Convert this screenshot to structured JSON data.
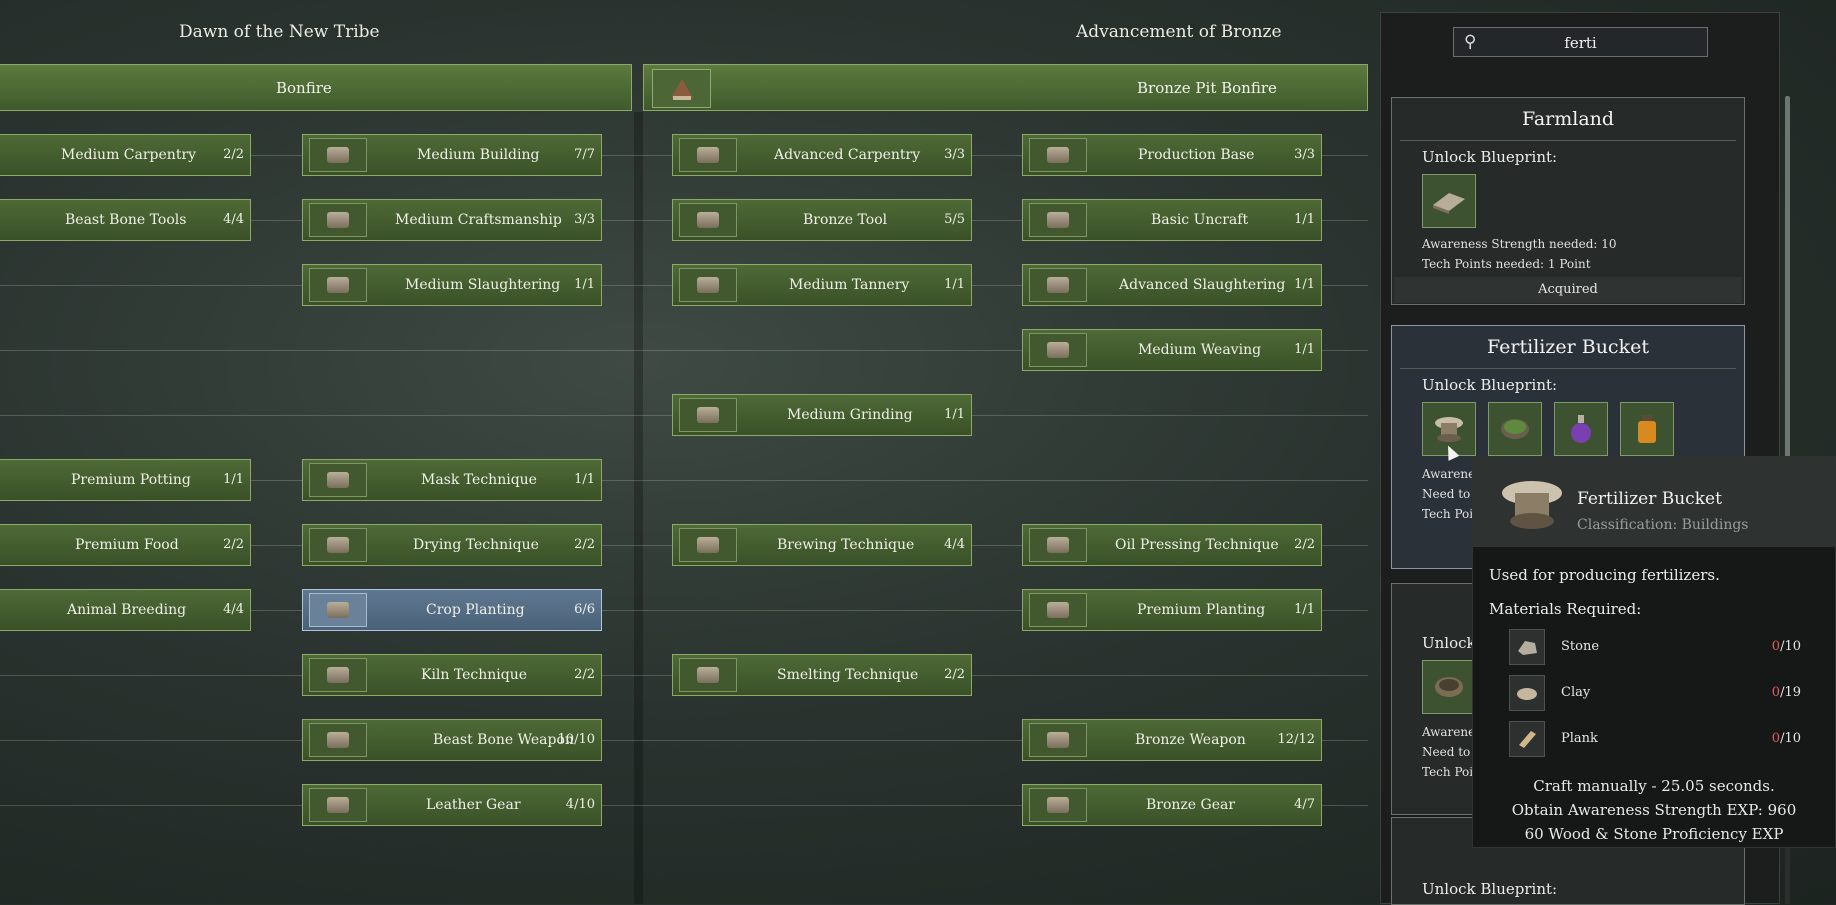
{
  "eras": [
    {
      "title": "Dawn of the New Tribe",
      "bar_label": "Bonfire"
    },
    {
      "title": "Advancement of Bronze",
      "bar_label": "Bronze Pit Bonfire"
    }
  ],
  "tree": {
    "col0": [
      {
        "name": "Medium Carpentry",
        "count": "2/2"
      },
      {
        "name": "Beast Bone Tools",
        "count": "4/4"
      },
      {
        "name": "Premium Potting",
        "count": "1/1"
      },
      {
        "name": "Premium Food",
        "count": "2/2"
      },
      {
        "name": "Animal Breeding",
        "count": "4/4"
      }
    ],
    "col1": [
      {
        "name": "Medium Building",
        "count": "7/7"
      },
      {
        "name": "Medium Craftsmanship",
        "count": "3/3"
      },
      {
        "name": "Medium Slaughtering",
        "count": "1/1"
      },
      {
        "name": "Mask Technique",
        "count": "1/1"
      },
      {
        "name": "Drying Technique",
        "count": "2/2"
      },
      {
        "name": "Crop Planting",
        "count": "6/6"
      },
      {
        "name": "Kiln Technique",
        "count": "2/2"
      },
      {
        "name": "Beast Bone Weapon",
        "count": "10/10"
      },
      {
        "name": "Leather Gear",
        "count": "4/10"
      }
    ],
    "col2": [
      {
        "name": "Advanced Carpentry",
        "count": "3/3"
      },
      {
        "name": "Bronze Tool",
        "count": "5/5"
      },
      {
        "name": "Medium Tannery",
        "count": "1/1"
      },
      {
        "name": "Medium Grinding",
        "count": "1/1"
      },
      {
        "name": "Brewing Technique",
        "count": "4/4"
      },
      {
        "name": "Smelting Technique",
        "count": "2/2"
      }
    ],
    "col3": [
      {
        "name": "Production Base",
        "count": "3/3"
      },
      {
        "name": "Basic Uncraft",
        "count": "1/1"
      },
      {
        "name": "Advanced Slaughtering",
        "count": "1/1"
      },
      {
        "name": "Medium Weaving",
        "count": "1/1"
      },
      {
        "name": "Oil Pressing Technique",
        "count": "2/2"
      },
      {
        "name": "Premium Planting",
        "count": "1/1"
      },
      {
        "name": "Bronze Weapon",
        "count": "12/12"
      },
      {
        "name": "Bronze Gear",
        "count": "4/7"
      }
    ]
  },
  "search": {
    "value": "ferti"
  },
  "results": [
    {
      "title": "Farmland",
      "unlock_label": "Unlock Blueprint:",
      "awareness": "Awareness Strength needed: 10",
      "tech_points": "Tech Points needed: 1 Point",
      "status": "Acquired"
    },
    {
      "title": "Fertilizer Bucket",
      "unlock_label": "Unlock Blueprint:",
      "awareness_partial": "Awarenes",
      "need_partial": "Need to a",
      "tech_partial": "Tech Poin"
    },
    {
      "unlock_partial": "Unlock",
      "awareness_partial": "Awarenes",
      "need_partial": "Need to a",
      "tech_partial": "Tech Poin"
    },
    {
      "unlock_label": "Unlock Blueprint:"
    }
  ],
  "tooltip": {
    "name": "Fertilizer Bucket",
    "classification": "Classification: Buildings",
    "description": "Used for producing fertilizers.",
    "materials_label": "Materials Required:",
    "materials": [
      {
        "name": "Stone",
        "have": "0",
        "need": "/10"
      },
      {
        "name": "Clay",
        "have": "0",
        "need": "/19"
      },
      {
        "name": "Plank",
        "have": "0",
        "need": "/10"
      }
    ],
    "craft": "Craft manually - 25.05 seconds.",
    "exp": "Obtain Awareness Strength EXP: 960",
    "proficiency": "60 Wood & Stone Proficiency EXP"
  },
  "colors": {
    "node_green": "#4e6a36",
    "node_selected": "#5f7891",
    "count_missing": "#e85a5a"
  }
}
